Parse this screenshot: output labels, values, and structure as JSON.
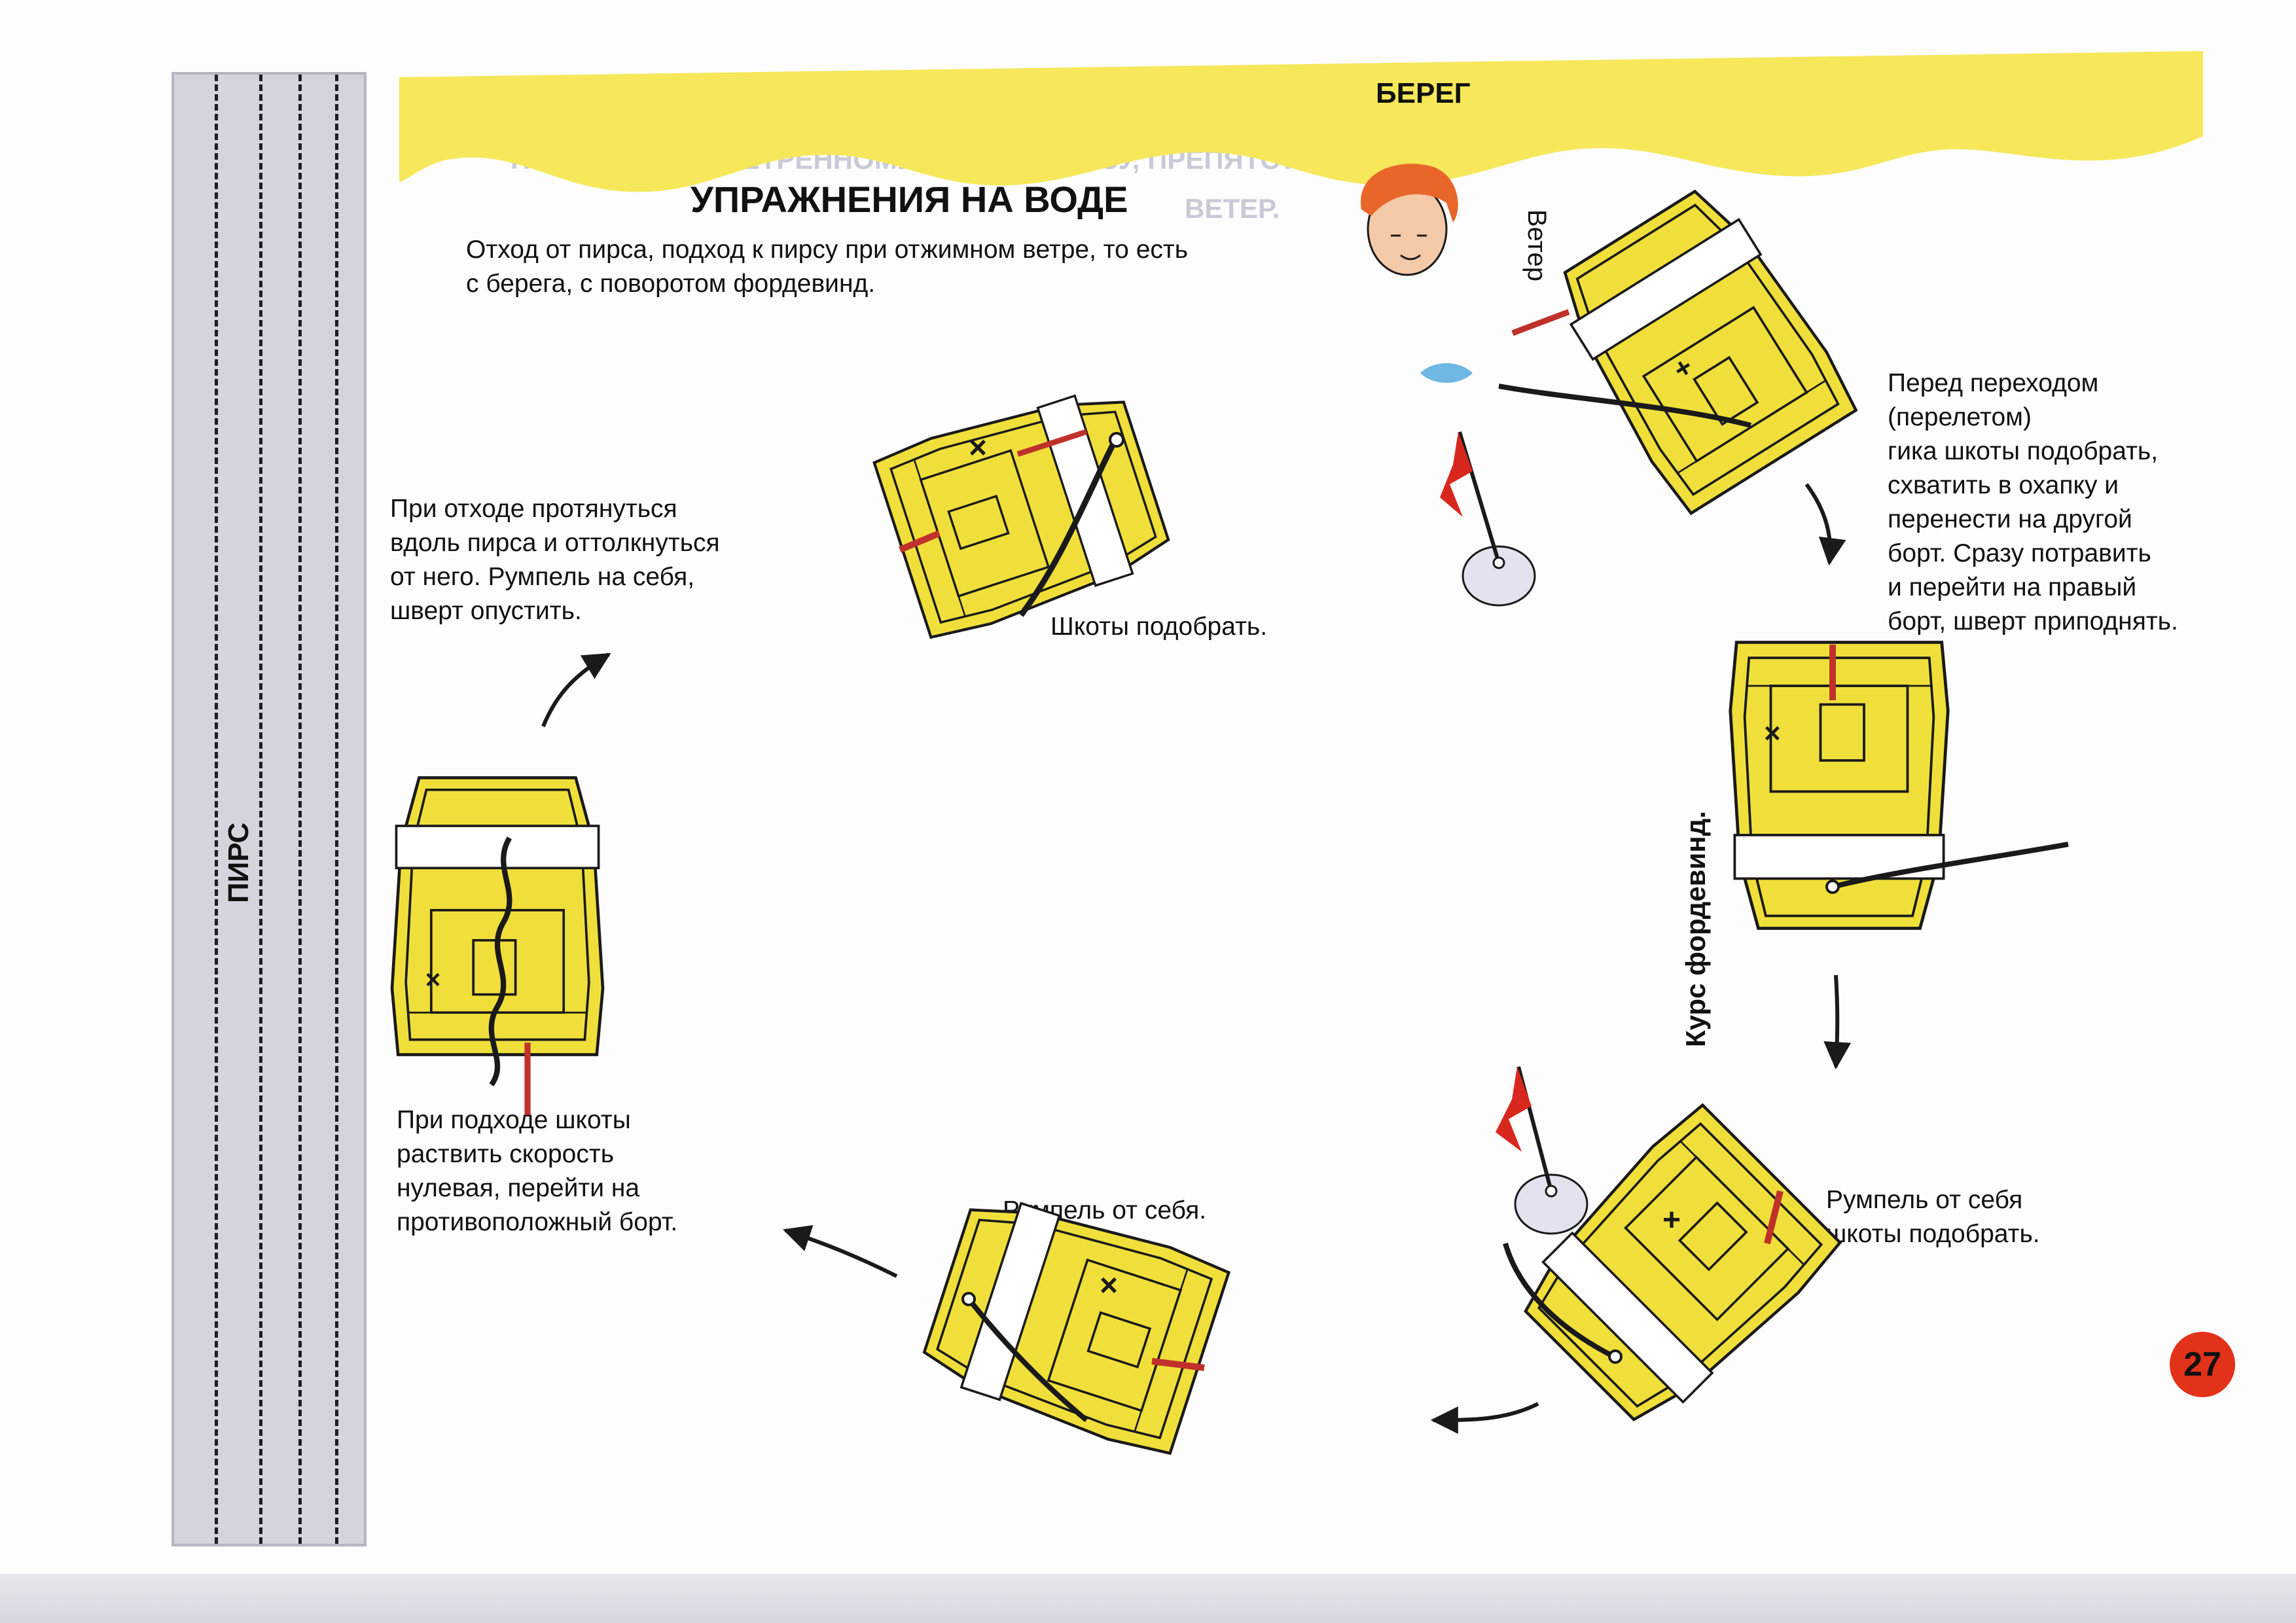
{
  "page": {
    "title": "УПРАЖНЕНИЯ НА ВОДЕ",
    "shore_label": "БЕРЕГ",
    "pier_label": "ПИРС",
    "wind_label": "Ветер",
    "course_label": "Курс фордевинд.",
    "page_number": "27"
  },
  "texts": {
    "intro": "Отход от пирса, подход к пирсу при отжимном ветре, то есть\nс берега, с поворотом фордевинд.",
    "departure": "При отходе протянуться\nвдоль пирса и оттолкнуться\nот него. Румпель на себя,\nшверт опустить.",
    "sheets_trim": "Шкоты подобрать.",
    "before_jibe": "Перед переходом\n(перелетом)\nгика шкоты подобрать,\nсхватить в охапку и\nперенести на другой\nборт. Сразу потравить\nи перейти на правый\nборт, шверт приподнять.",
    "tiller_away_trim": "Румпель от себя\nшкоты подобрать.",
    "tiller_away": "Румпель от себя.",
    "approach": "При подходе шкоты\nраствить скорость\nнулевая, перейти на\nпротивоположный борт."
  },
  "ghost_text": {
    "bleed_title": "ПОДХОД К ПОДВЕТРЕННОМУ БЕРЕГУ, ПИРСУ, ПРЕПЯТСТВИЮ",
    "bleed_subtitle": "ВЕТЕР."
  },
  "colors": {
    "band_yellow": "#f6e85a",
    "boat_yellow": "#f0df3a",
    "pier_gray": "#d4d4dc",
    "tiller_red": "#c0312b",
    "page_number_red": "#e2321a"
  }
}
